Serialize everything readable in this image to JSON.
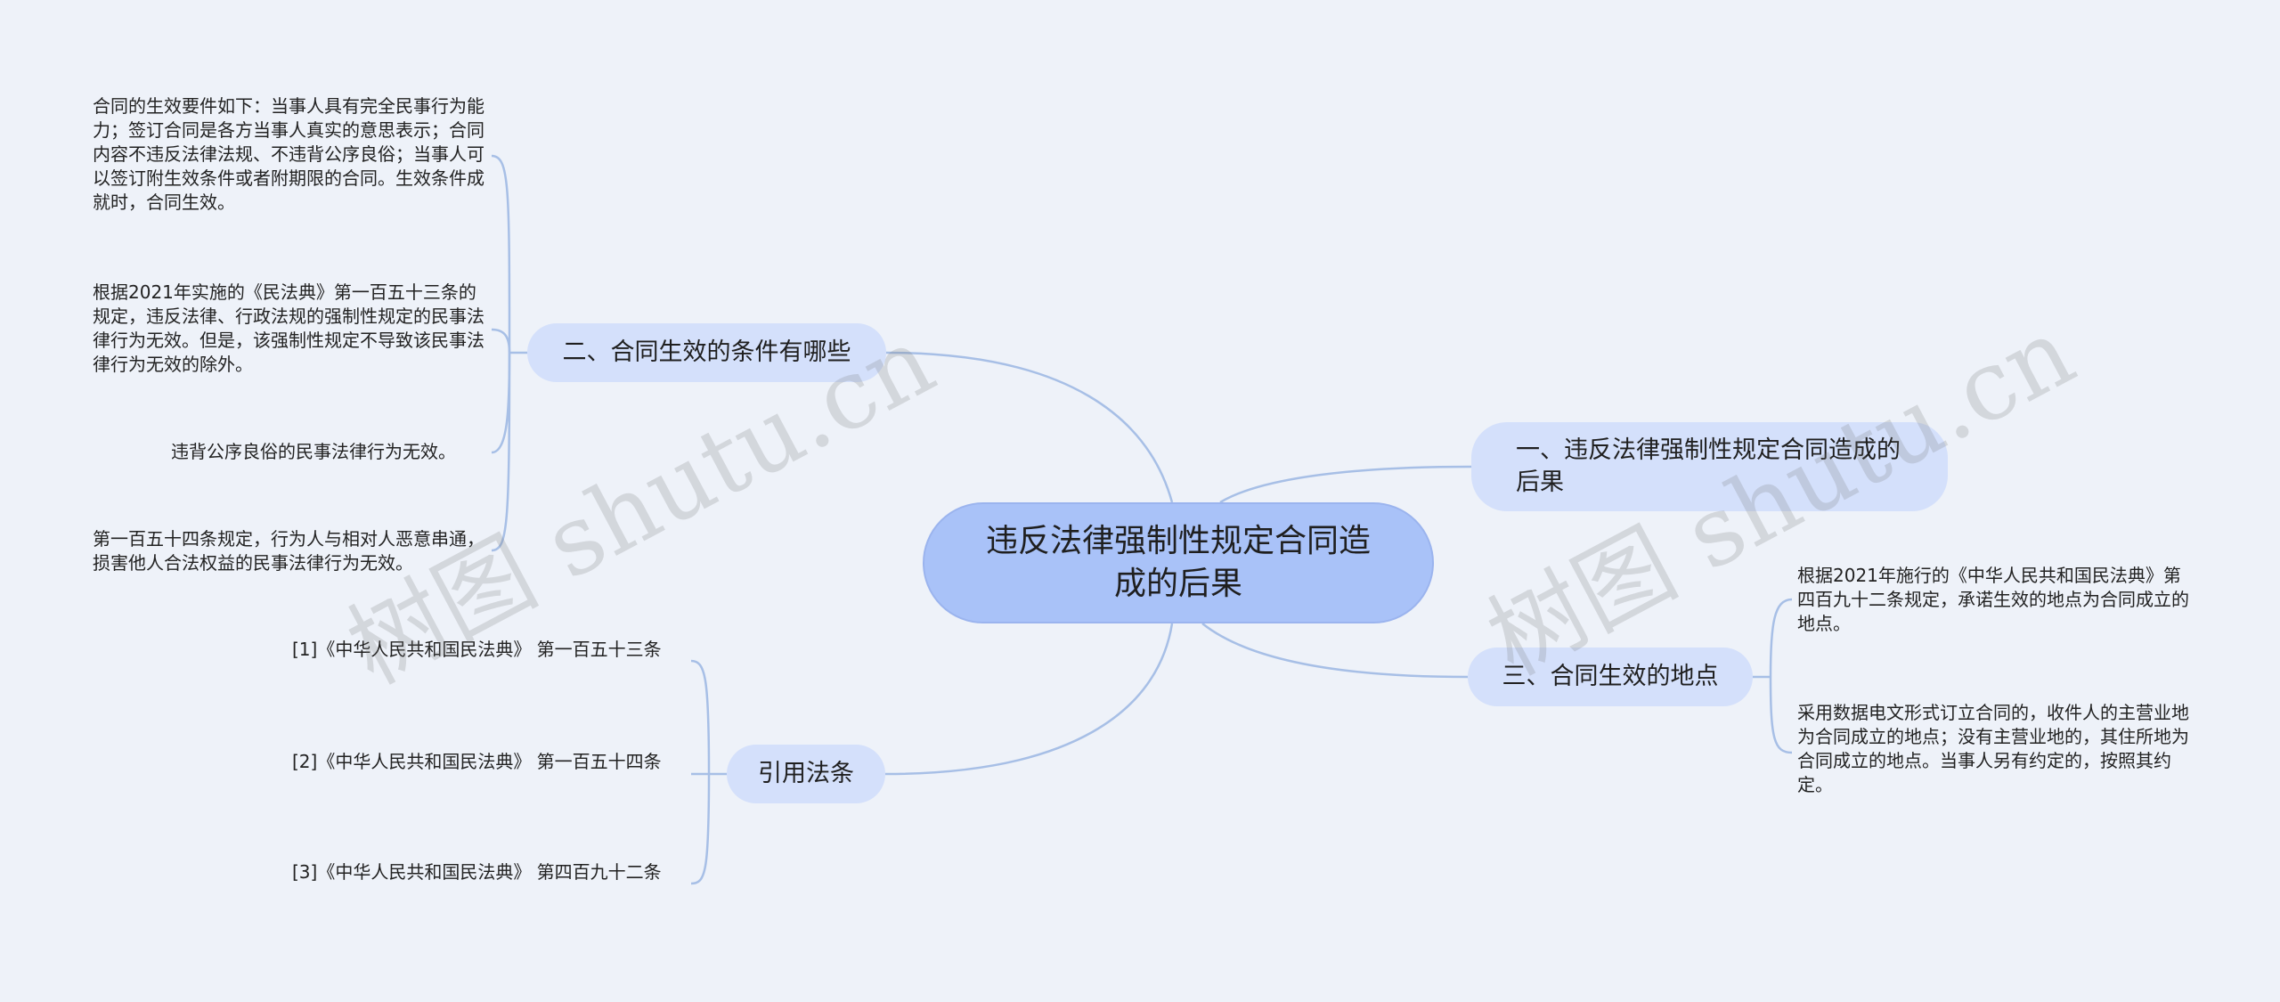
{
  "center": {
    "label": "违反法律强制性规定合同造成的后果"
  },
  "branches": [
    {
      "label": "一、违反法律强制性规定合同造成的后果"
    },
    {
      "label": "二、合同生效的条件有哪些"
    },
    {
      "label": "三、合同生效的地点"
    },
    {
      "label": "引用法条"
    }
  ],
  "leaves_conditions": [
    "合同的生效要件如下：当事人具有完全民事行为能力；签订合同是各方当事人真实的意思表示；合同内容不违反法律法规、不违背公序良俗；当事人可以签订附生效条件或者附期限的合同。生效条件成就时，合同生效。",
    "根据2021年实施的《民法典》第一百五十三条的规定，违反法律、行政法规的强制性规定的民事法律行为无效。但是，该强制性规定不导致该民事法律行为无效的除外。",
    "违背公序良俗的民事法律行为无效。",
    "第一百五十四条规定，行为人与相对人恶意串通，损害他人合法权益的民事法律行为无效。"
  ],
  "leaves_place": [
    "根据2021年施行的《中华人民共和国民法典》第四百九十二条规定，承诺生效的地点为合同成立的地点。",
    "采用数据电文形式订立合同的，收件人的主营业地为合同成立的地点；没有主营业地的，其住所地为合同成立的地点。当事人另有约定的，按照其约定。"
  ],
  "leaves_law": [
    "[1]《中华人民共和国民法典》 第一百五十三条",
    "[2]《中华人民共和国民法典》 第一百五十四条",
    "[3]《中华人民共和国民法典》 第四百九十二条"
  ],
  "watermark": "树图 shutu.cn",
  "colors": {
    "background": "#eef2f9",
    "center": "#a9c2f8",
    "branch": "#d4e0fb",
    "line": "#a7bfe6"
  }
}
